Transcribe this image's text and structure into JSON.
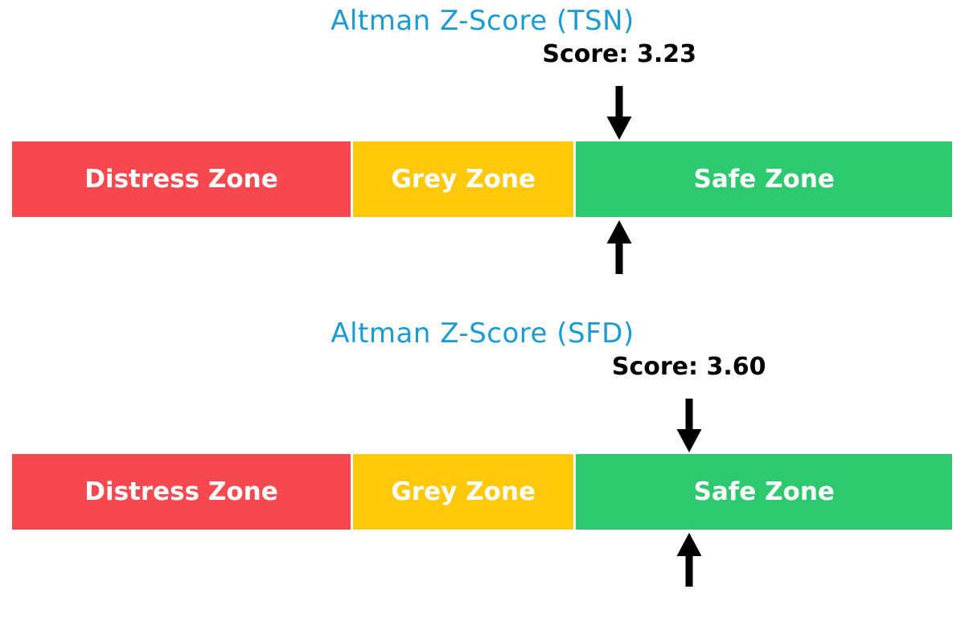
{
  "figure": {
    "background": "#FFFFFF"
  },
  "colors": {
    "title_text": "#1A9CD3",
    "score_text": "#000000",
    "zone_label_text": "#FFFFFF",
    "arrow": "#000000",
    "distress_red": "#F6484E",
    "grey_yellow": "#FFC808",
    "safe_green": "#2DC96F"
  },
  "chart_data": [
    {
      "type": "bar",
      "subtype": "zone-gauge",
      "title": "Altman Z-Score (TSN)",
      "score": 3.23,
      "score_label": "Score: 3.23",
      "axis_range": [
        0,
        5
      ],
      "grid": false,
      "legend": "none",
      "marker_icons": [
        "arrow-down",
        "arrow-up"
      ],
      "zones": [
        {
          "label": "Distress Zone",
          "start": 0,
          "end": 1.81,
          "color": "#F6484E"
        },
        {
          "label": "Grey Zone",
          "start": 1.81,
          "end": 2.99,
          "color": "#FFC808"
        },
        {
          "label": "Safe Zone",
          "start": 2.99,
          "end": 5,
          "color": "#2DC96F"
        }
      ]
    },
    {
      "type": "bar",
      "subtype": "zone-gauge",
      "title": "Altman Z-Score (SFD)",
      "score": 3.6,
      "score_label": "Score: 3.60",
      "axis_range": [
        0,
        5
      ],
      "grid": false,
      "legend": "none",
      "marker_icons": [
        "arrow-down",
        "arrow-up"
      ],
      "zones": [
        {
          "label": "Distress Zone",
          "start": 0,
          "end": 1.81,
          "color": "#F6484E"
        },
        {
          "label": "Grey Zone",
          "start": 1.81,
          "end": 2.99,
          "color": "#FFC808"
        },
        {
          "label": "Safe Zone",
          "start": 2.99,
          "end": 5,
          "color": "#2DC96F"
        }
      ]
    }
  ]
}
